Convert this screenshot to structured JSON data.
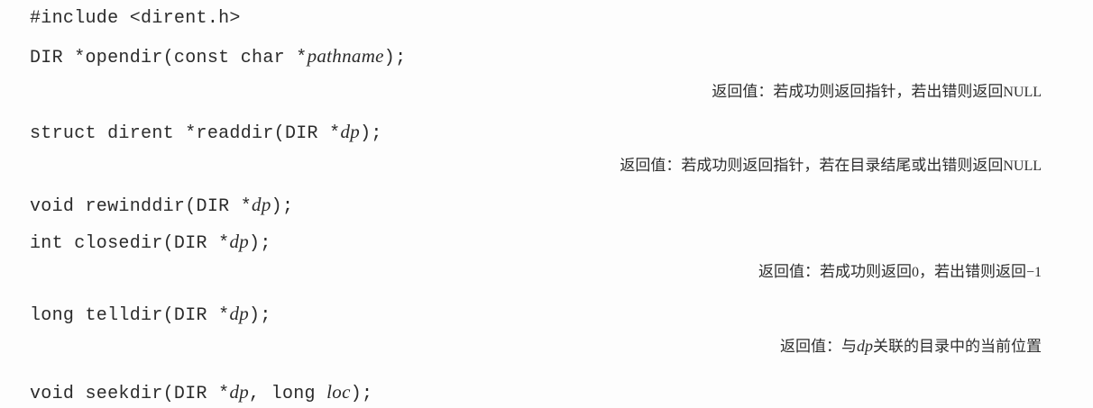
{
  "document": {
    "include_line": "#include <dirent.h>",
    "functions": [
      {
        "name": "opendir",
        "prefix": "DIR *opendir(const char *",
        "param_italic": "pathname",
        "suffix": ");",
        "return_value": {
          "label": "返回值：若成功则返回指针，若出错则返回",
          "tail": "NULL"
        }
      },
      {
        "name": "readdir",
        "prefix": "struct dirent *readdir(DIR *",
        "param_italic": "dp",
        "suffix": ");",
        "return_value": {
          "label": "返回值：若成功则返回指针，若在目录结尾或出错则返回",
          "tail": "NULL"
        }
      },
      {
        "name": "rewinddir",
        "prefix": "void rewinddir(DIR *",
        "param_italic": "dp",
        "suffix": ");"
      },
      {
        "name": "closedir",
        "prefix": "int closedir(DIR *",
        "param_italic": "dp",
        "suffix": ");",
        "return_value": {
          "label": "返回值：若成功则返回",
          "zero": "0",
          "middle": "，若出错则返回",
          "tail": "−1"
        }
      },
      {
        "name": "telldir",
        "prefix": "long telldir(DIR *",
        "param_italic": "dp",
        "suffix": ");",
        "return_value": {
          "label": "返回值：与",
          "italic": "dp",
          "tail": "关联的目录中的当前位置"
        }
      },
      {
        "name": "seekdir",
        "prefix": "void seekdir(DIR *",
        "param_italic": "dp",
        "middle": ", long ",
        "param_italic_2": "loc",
        "suffix": ");"
      }
    ]
  }
}
